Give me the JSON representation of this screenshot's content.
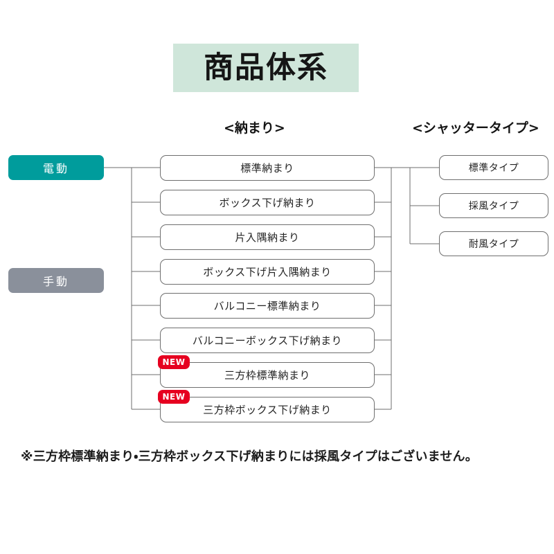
{
  "title": "商品体系",
  "colors": {
    "title_banner_bg": "#cfe6da",
    "electric_bg": "#009c9c",
    "manual_bg": "#8a909b",
    "new_badge_bg": "#e60020",
    "box_border": "#6e6e6e",
    "wire": "#6e6e6e",
    "text": "#231f20"
  },
  "headers": {
    "osamari": "<納まり>",
    "shutter_type": "<シャッタータイプ>"
  },
  "drive_types": [
    {
      "label": "電動",
      "connected": true
    },
    {
      "label": "手動",
      "connected": false
    }
  ],
  "osamari_items": [
    {
      "label": "標準納まり",
      "new": false
    },
    {
      "label": "ボックス下げ納まり",
      "new": false
    },
    {
      "label": "片入隅納まり",
      "new": false
    },
    {
      "label": "ボックス下げ片入隅納まり",
      "new": false
    },
    {
      "label": "バルコニー標準納まり",
      "new": false
    },
    {
      "label": "バルコニーボックス下げ納まり",
      "new": false
    },
    {
      "label": "三方枠標準納まり",
      "new": true
    },
    {
      "label": "三方枠ボックス下げ納まり",
      "new": true
    }
  ],
  "new_badge_label": "NEW",
  "shutter_types": [
    {
      "label": "標準タイプ"
    },
    {
      "label": "採風タイプ"
    },
    {
      "label": "耐風タイプ"
    }
  ],
  "footnote": "※三方枠標準納まり・三方枠ボックス下げ納まりには採風タイプはございません。"
}
